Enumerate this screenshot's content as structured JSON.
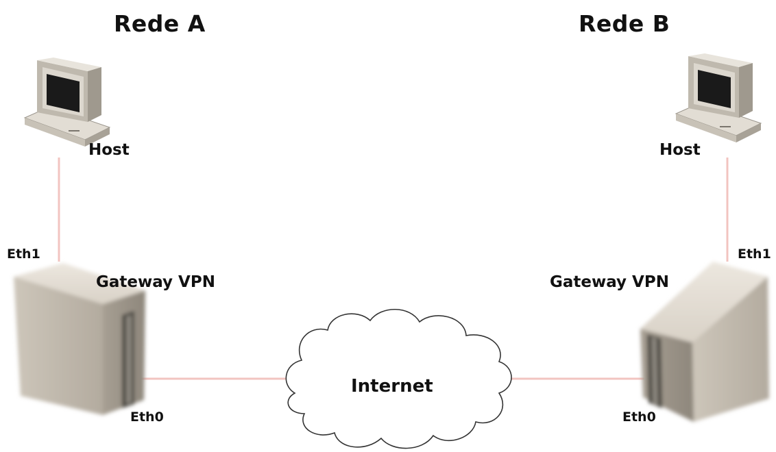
{
  "diagram": {
    "networks": [
      {
        "title": "Rede A",
        "host_label": "Host",
        "gateway_label": "Gateway VPN",
        "eth_inner": "Eth1",
        "eth_outer": "Eth0"
      },
      {
        "title": "Rede B",
        "host_label": "Host",
        "gateway_label": "Gateway VPN",
        "eth_inner": "Eth1",
        "eth_outer": "Eth0"
      }
    ],
    "internet_label": "Internet",
    "colors": {
      "link": "#f2c4c0",
      "text": "#111111",
      "cloud_stroke": "#333333",
      "server_body": "#d4ccc0"
    },
    "icons": [
      "computer-icon",
      "server-icon",
      "cloud-icon"
    ]
  }
}
